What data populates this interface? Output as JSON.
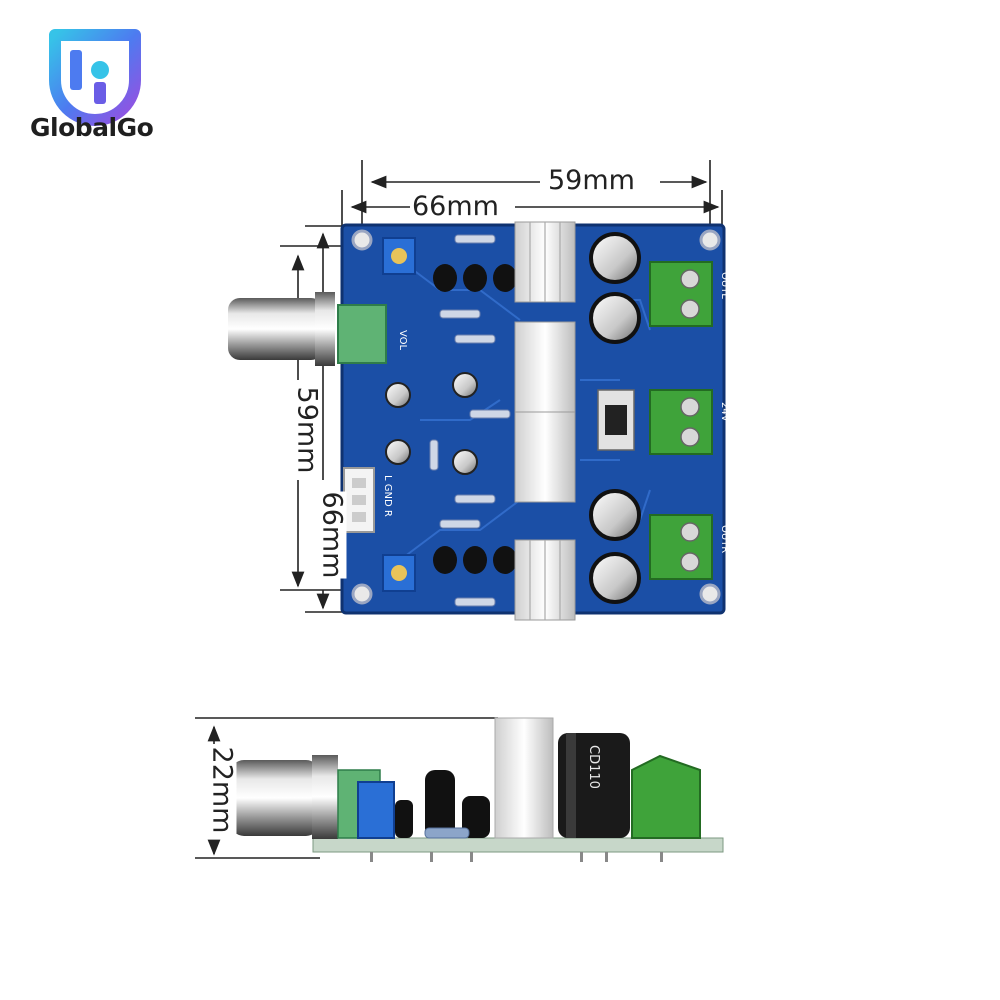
{
  "brand": {
    "name": "GlobalGo",
    "logo_colors": [
      "#36c3e8",
      "#4d7bf0",
      "#9b4de0"
    ]
  },
  "dimensions": {
    "top_outer": "59mm",
    "top_inner": "66mm",
    "left_inner": "59mm",
    "left_outer": "66mm",
    "side_height": "22mm"
  },
  "board_labels": {
    "vol": "VOL",
    "input": "L GND R",
    "out_l": "OUTL",
    "power": "24V",
    "out_r": "OUTR",
    "cap": "CD110"
  },
  "colors": {
    "pcb": "#1b4fa6",
    "terminal": "#3fa33a",
    "potentiometer": "#2a6fd6"
  }
}
